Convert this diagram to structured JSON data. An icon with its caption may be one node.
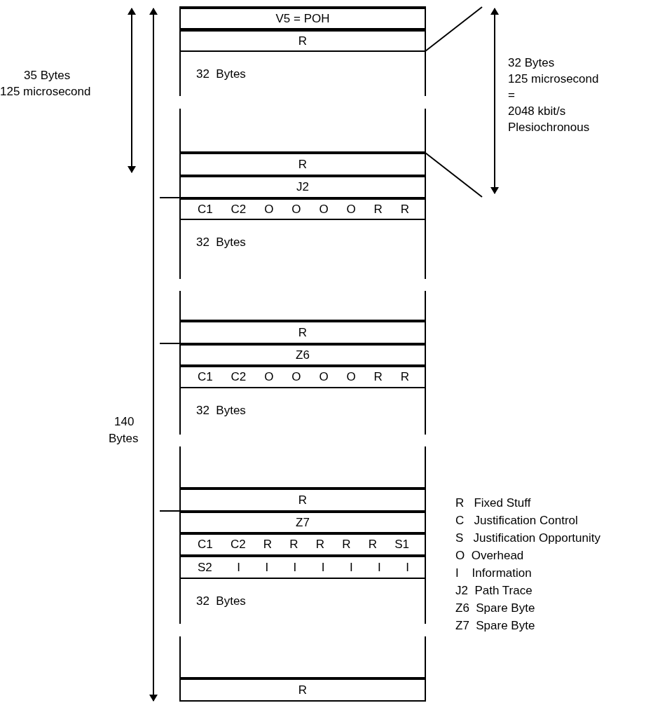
{
  "diagram": {
    "nodes": [
      {
        "text": [
          "V5 = POH"
        ]
      },
      {
        "text": [
          "R"
        ]
      },
      {
        "text": [
          "32  Bytes"
        ]
      },
      {
        "text": [
          "R"
        ]
      },
      {
        "text": [
          "J2"
        ]
      },
      {
        "text": [
          "C1",
          "C2",
          "O",
          "O",
          "O",
          "O",
          "R",
          "R"
        ]
      },
      {
        "text": [
          "32  Bytes"
        ]
      },
      {
        "text": [
          "R"
        ]
      },
      {
        "text": [
          "Z6"
        ]
      },
      {
        "text": [
          "C1",
          "C2",
          "O",
          "O",
          "O",
          "O",
          "R",
          "R"
        ]
      },
      {
        "text": [
          "32  Bytes"
        ]
      },
      {
        "text": [
          "R"
        ]
      },
      {
        "text": [
          "Z7"
        ]
      },
      {
        "text": [
          "C1",
          "C2",
          "R",
          "R",
          "R",
          "R",
          "R",
          "S1"
        ]
      },
      {
        "text": [
          "S2",
          "I",
          "I",
          "I",
          "I",
          "I",
          "I",
          "I"
        ]
      },
      {
        "text": [
          "32  Bytes"
        ]
      },
      {
        "text": [
          "R"
        ]
      }
    ],
    "labels": [
      "35 Bytes",
      "125 microsecond",
      "32 Bytes",
      "125 microsecond",
      "=",
      "2048 kbit/s",
      "Plesiochronous",
      "140",
      "Bytes",
      "R   Fixed Stuff",
      "C   Justification Control",
      "S   Justification Opportunity",
      "O  Overhead",
      "I    Information",
      "J2  Path Trace",
      "Z6  Spare Byte",
      "Z7  Spare Byte"
    ]
  }
}
